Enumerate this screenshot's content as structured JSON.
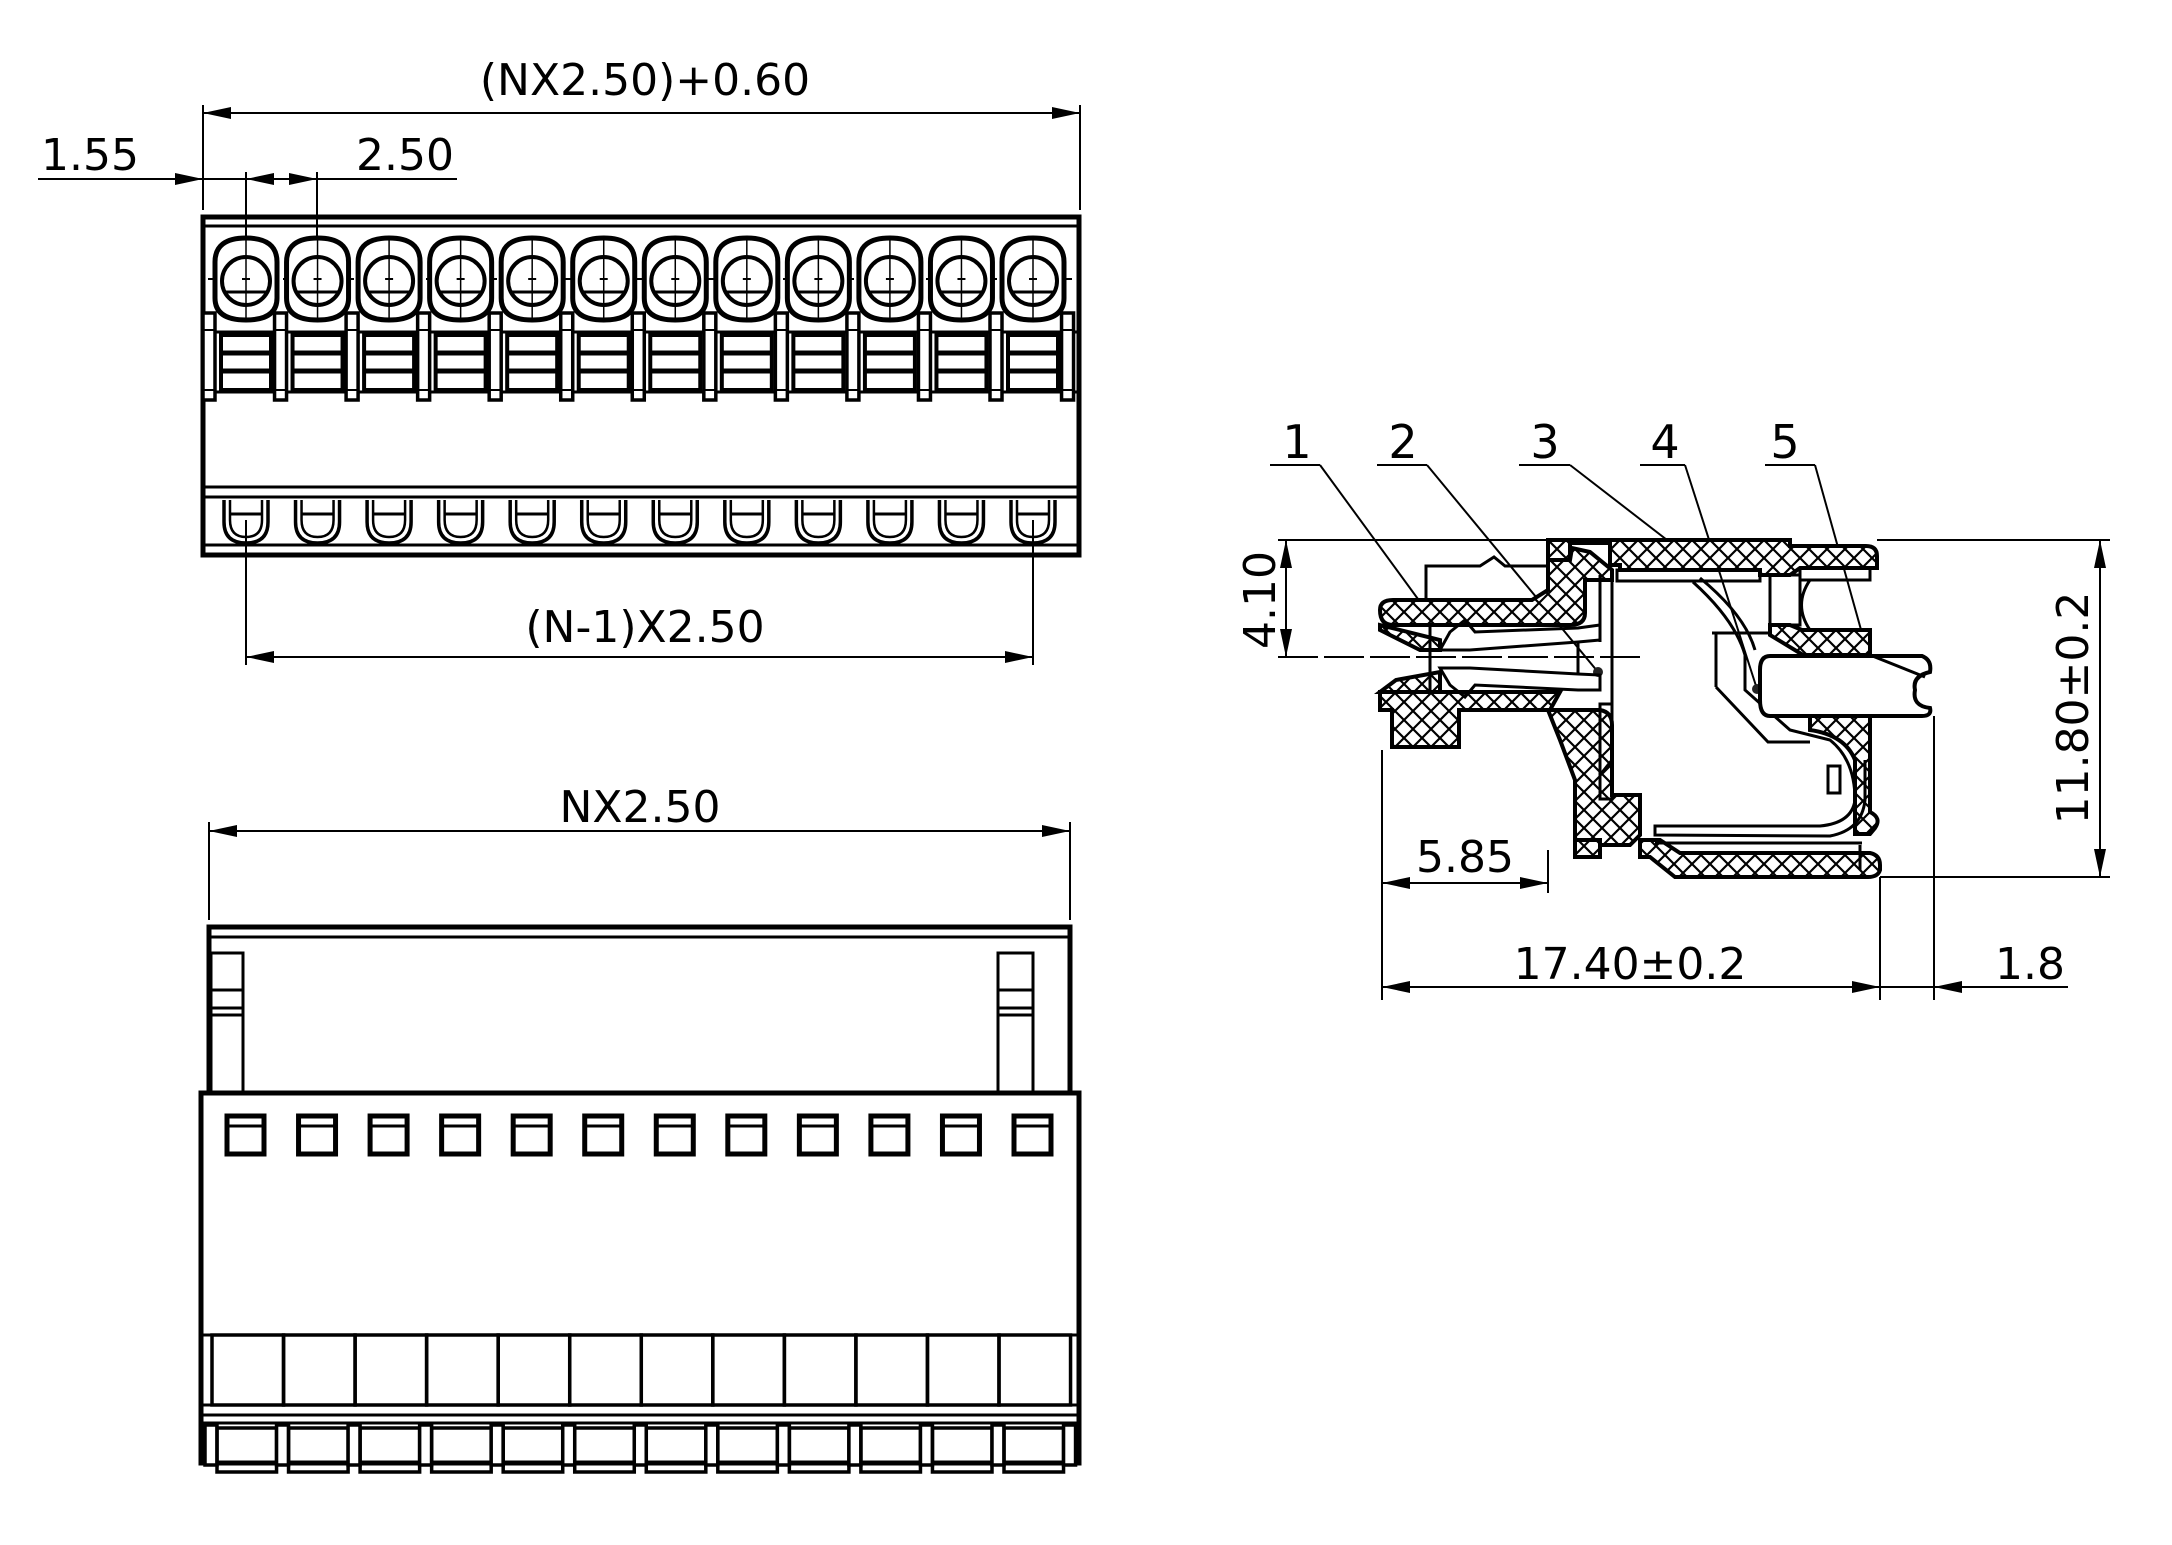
{
  "drawing": {
    "title": "Pluggable terminal block connector — 2.50 mm pitch, 12 positions shown",
    "positions_shown": 12,
    "line_color": "#000000",
    "background_color": "#ffffff"
  },
  "top_view": {
    "overall_width_label": "(NX2.50)+0.60",
    "edge_offset_label": "1.55",
    "pitch_label": "2.50",
    "end_pin_span_label": "(N-1)X2.50"
  },
  "front_view": {
    "width_label": "NX2.50"
  },
  "side_section": {
    "callouts": [
      "1",
      "2",
      "3",
      "4",
      "5"
    ],
    "height_label": "11.80±0.2",
    "pin_offset_label": "4.10",
    "nose_depth_label": "5.85",
    "depth_label": "17.40±0.2",
    "wire_protrusion_label": "1.8"
  }
}
